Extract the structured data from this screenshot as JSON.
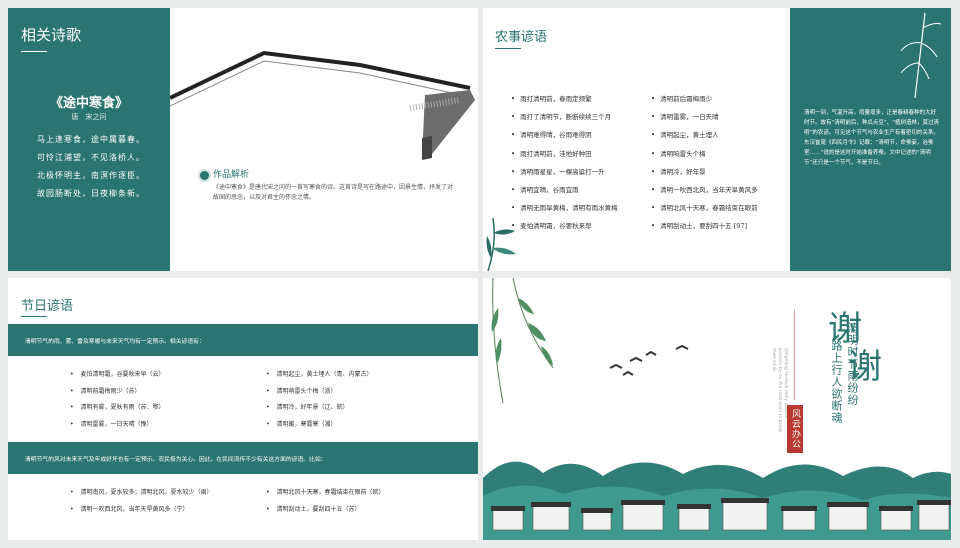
{
  "slide1": {
    "heading": "相关诗歌",
    "poem_title": "《途中寒食》",
    "author": "唐　宋之问",
    "poem_lines": [
      "马上逢寒食，途中属暮春。",
      "可怜江浦望，不见洛桥人。",
      "北极怀明主，南溟作逐臣。",
      "故园肠断处，日夜柳条新。"
    ],
    "analysis_heading": "作品解析",
    "analysis_text": "《途中寒食》是唐代宋之问的一首写寒食的诗。这首诗是写在路途中，因景生情，抒发了对故国的思念，以及对君主的怀念之情。"
  },
  "slide2": {
    "heading": "农事谚语",
    "col1": [
      "雨打清明前，春雨定频繁",
      "雨打了清明节，断断续续三个月",
      "清明难得晴，谷雨难得阴",
      "雨打清明前，洼地好种田",
      "清明雨星星，一棵高粱打一升",
      "清明宜晴，谷雨宜雨",
      "清明无雨旱黄梅，清明有雨水黄梅",
      "麦怕清明霜，谷要秋来早"
    ],
    "col2": [
      "清明前后霜梅雨少",
      "清明雷雾，一日天晴",
      "清明起尘，黄土埋人",
      "清明响雷头个梅",
      "清明冷，好年景",
      "清明一吹西北风，当年天旱黄风多",
      "清明北风十天寒，春霜结束在眼前",
      "清明刮动土，要刮四十五 [97]"
    ],
    "panel_text": "清明一到，气温升高，雨量增多，正是春耕春种的大好时节。故有“清明前后，种瓜点豆”、“植树造林，莫过清明”的农谚。可见这个节气与农业生产有着密切的关系。东汉崔寔《四民月令》记载：“清明节，命蚕妾，治蚕室……”说的是这时开始准备养蚕。文中记述的“清明节”还只是一个节气，不是节日。"
  },
  "slide3": {
    "heading": "节日谚语",
    "band1": "清明节气的雨、雾、雷及寒暖与未来天气均有一定预示。相关谚语有：",
    "col1": [
      "麦怕清明霜，谷要秋来早（云）",
      "清明前霜梅雨少（苏）",
      "清明有雾，夏秋有雨（苏、鄂）",
      "清明雷雾，一日天晴（豫）"
    ],
    "col2": [
      "清明起尘，黄土埋人（青、内蒙古）",
      "清明响雷头个梅（浙）",
      "清明冷，好年景（辽、皖）",
      "清明暖，寒露寒（湘）"
    ],
    "band2": "清明节气的风对未来天气及年成好坏也有一定预示。农民极为关心。因此，在民间流传不少有关这方面的谚语。比如：",
    "col3": [
      "清明南风，夏水较多；清明北风，夏水较少（闽）",
      "清明一吹西北风，当年天旱黄风多（宁）"
    ],
    "col4": [
      "清明北风十天寒，春霜结束在眼前（皖）",
      "清明刮动土，要刮四十五（苏）"
    ]
  },
  "slide4": {
    "thanks": "谢谢",
    "poem_col1": "清明时节雨纷纷",
    "poem_col2": "路上行人欲断魂",
    "seal": "风云办公",
    "english": "Qingming Festival rainy season passers-by on the road want to break their souls"
  },
  "colors": {
    "accent": "#2a7471",
    "seal": "#b83a2e"
  }
}
